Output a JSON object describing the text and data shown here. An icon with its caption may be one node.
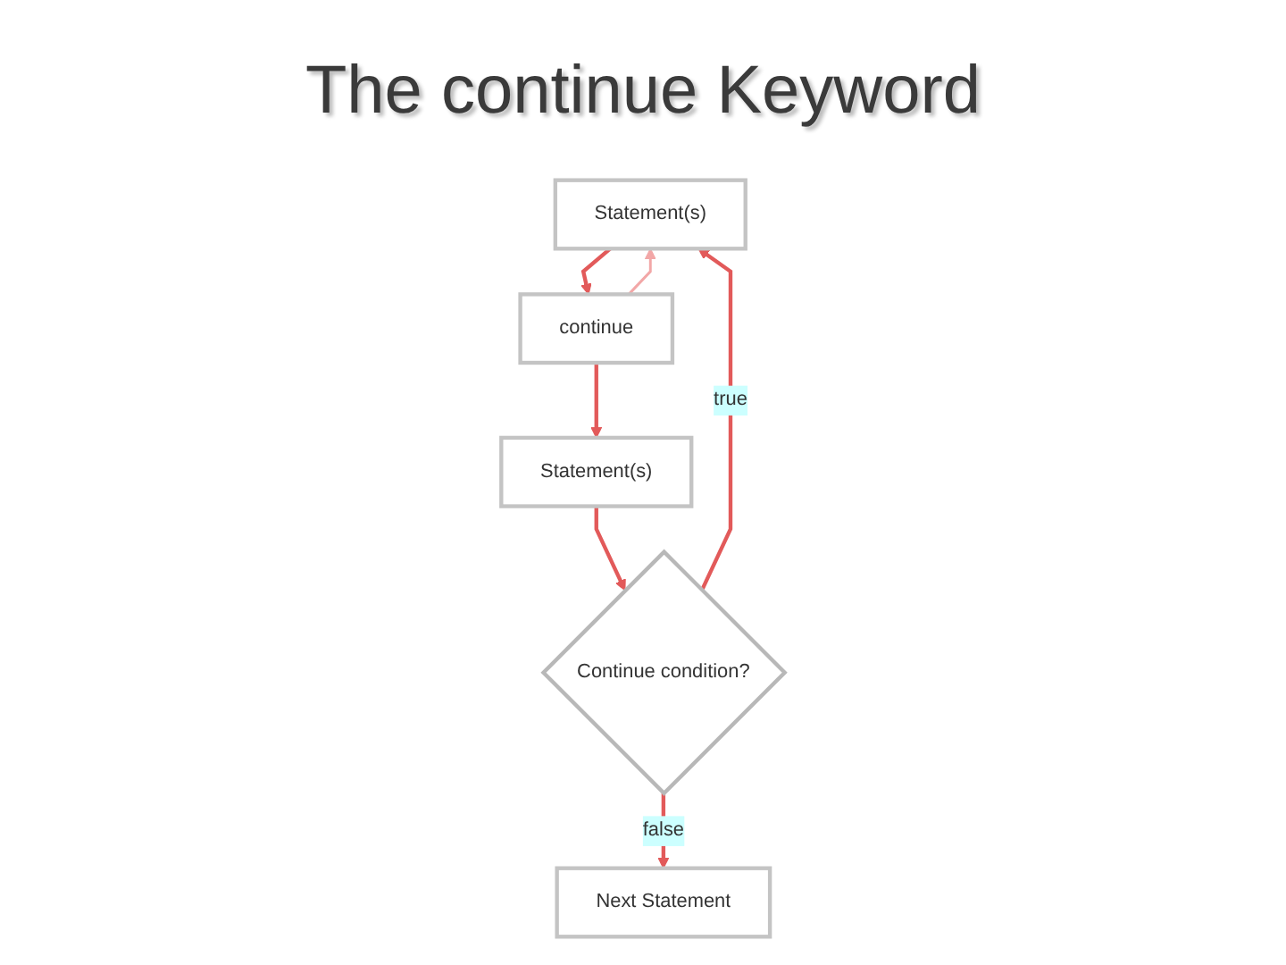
{
  "diagram": {
    "title": "The continue Keyword",
    "nodes": [
      {
        "text": [
          "Statement(s)"
        ]
      },
      {
        "text": [
          "continue"
        ]
      },
      {
        "text": [
          "Statement(s)"
        ]
      },
      {
        "text": [
          "Continue condition?"
        ]
      },
      {
        "text": [
          "Next Statement"
        ]
      }
    ],
    "edges": [
      {
        "from": 0,
        "to": 1,
        "arrow": "to"
      },
      {
        "from": 1,
        "to": 2,
        "arrow": "to"
      },
      {
        "from": 2,
        "to": 3,
        "arrow": "to"
      },
      {
        "from": 3,
        "to": 0,
        "arrow": "to",
        "label": "true"
      },
      {
        "from": 3,
        "to": 4,
        "arrow": "to",
        "label": "false"
      },
      {
        "from": 1,
        "to": 0,
        "arrow": "to",
        "color": "#f2a7a7"
      }
    ]
  }
}
